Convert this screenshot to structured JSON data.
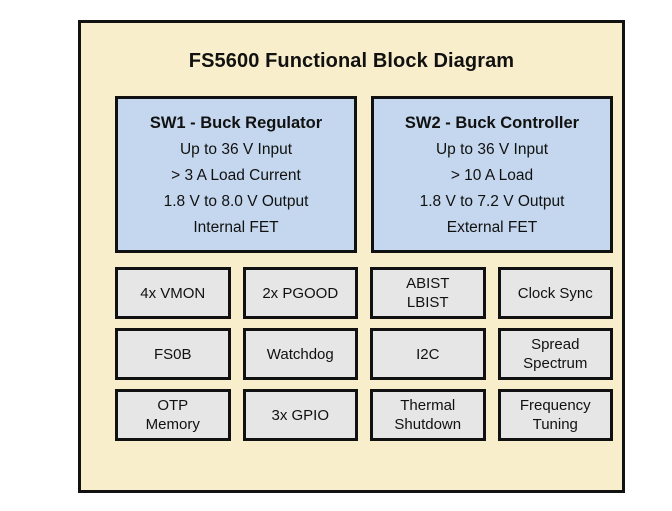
{
  "diagram": {
    "title": "FS5600 Functional Block Diagram",
    "panel_background": "#F9EECB",
    "border_color": "#121212",
    "switcher_block_color": "#C4D7EE",
    "feature_block_color": "#E6E6E6"
  },
  "switchers": [
    {
      "id": "sw1",
      "title": "SW1 - Buck Regulator",
      "specs": [
        "Up to 36 V Input",
        "> 3 A Load Current",
        "1.8 V to 8.0 V Output",
        "Internal FET"
      ]
    },
    {
      "id": "sw2",
      "title": "SW2 - Buck Controller",
      "specs": [
        "Up to 36 V Input",
        "> 10 A Load",
        "1.8 V to 7.2 V Output",
        "External FET"
      ]
    }
  ],
  "features": [
    {
      "id": "vmon",
      "lines": [
        "4x VMON"
      ]
    },
    {
      "id": "pgood",
      "lines": [
        "2x PGOOD"
      ]
    },
    {
      "id": "abist-lbist",
      "lines": [
        "ABIST",
        "LBIST"
      ]
    },
    {
      "id": "clock-sync",
      "lines": [
        "Clock Sync"
      ]
    },
    {
      "id": "fs0b",
      "lines": [
        "FS0B"
      ]
    },
    {
      "id": "watchdog",
      "lines": [
        "Watchdog"
      ]
    },
    {
      "id": "i2c",
      "lines": [
        "I2C"
      ]
    },
    {
      "id": "spread-spectrum",
      "lines": [
        "Spread",
        "Spectrum"
      ]
    },
    {
      "id": "otp-memory",
      "lines": [
        "OTP",
        "Memory"
      ]
    },
    {
      "id": "gpio",
      "lines": [
        "3x GPIO"
      ]
    },
    {
      "id": "thermal-shutdown",
      "lines": [
        "Thermal",
        "Shutdown"
      ]
    },
    {
      "id": "frequency-tuning",
      "lines": [
        "Frequency",
        "Tuning"
      ]
    }
  ]
}
